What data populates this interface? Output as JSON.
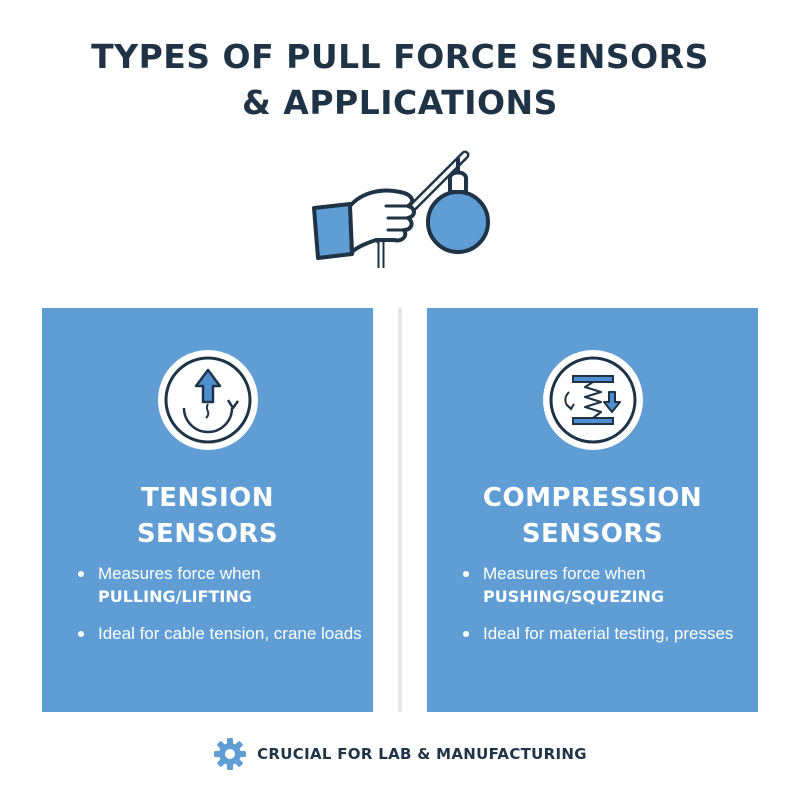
{
  "title": {
    "line1": "TYPES OF PULL FORCE SENSORS",
    "line2": "& APPLICATIONS"
  },
  "icons": {
    "hero": "hand-pulling-weight-icon",
    "tension": "arrow-up-tension-icon",
    "compression": "spring-compression-icon",
    "footer": "gear-icon"
  },
  "cards": [
    {
      "title_line1": "TENSION",
      "title_line2": "SENSORS",
      "bullet1_text": "Measures force when",
      "bullet1_strong": "PULLING/LIFTING",
      "bullet2_text": "Ideal for cable tension, crane loads"
    },
    {
      "title_line1": "COMPRESSION",
      "title_line2": "SENSORS",
      "bullet1_text": "Measures force when",
      "bullet1_strong": "PUSHING/SQUEZING",
      "bullet2_text": "Ideal for material testing, presses"
    }
  ],
  "footer": {
    "text": "CRUCIAL FOR LAB & MANUFACTURING"
  },
  "colors": {
    "card_blue": "#5f9dd4",
    "title_navy": "#1f3346",
    "icon_blue": "#4f8fd0"
  }
}
